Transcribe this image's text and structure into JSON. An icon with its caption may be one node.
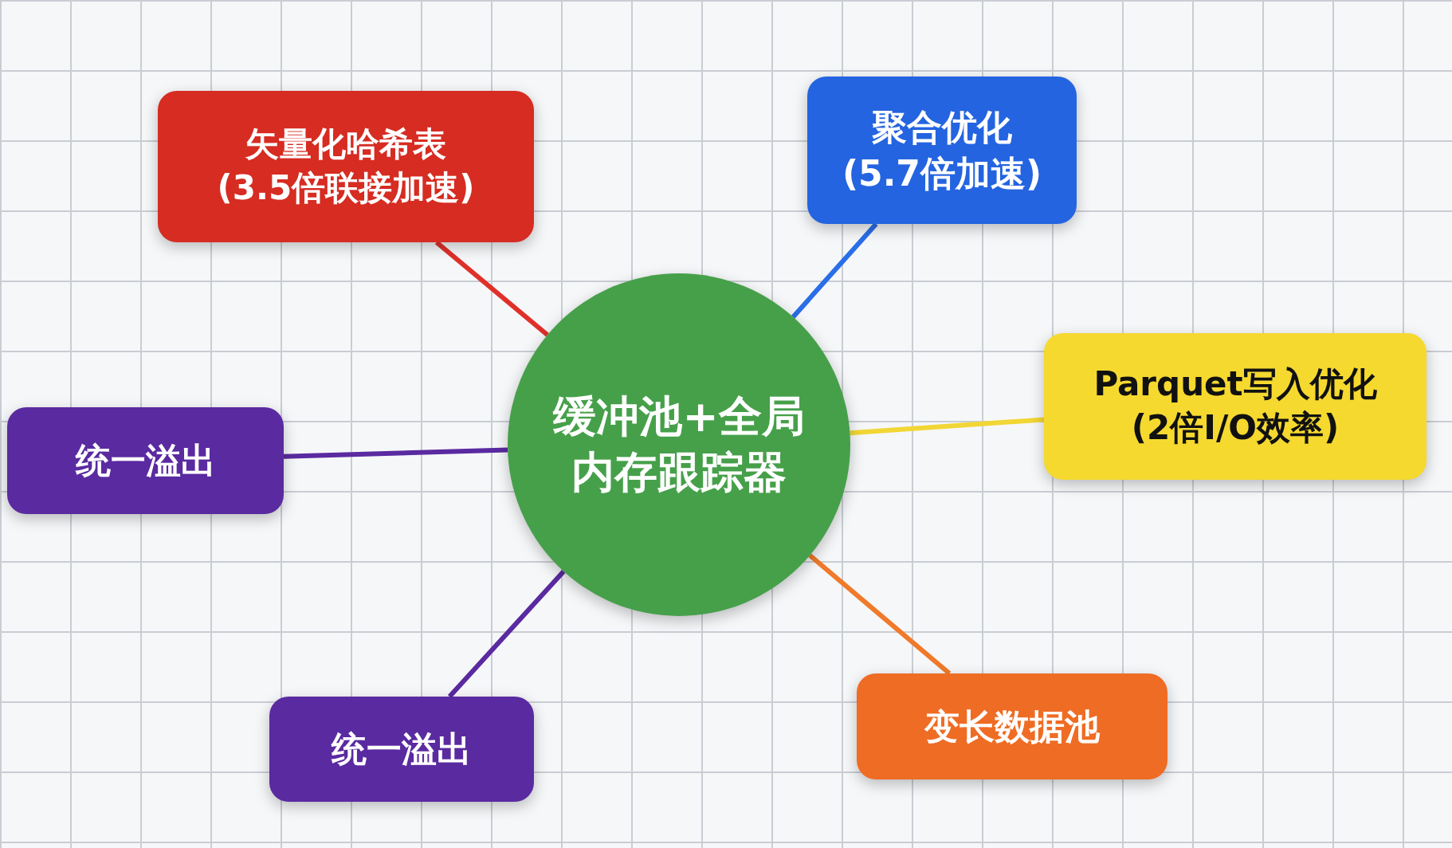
{
  "diagram": {
    "nodes": [
      {
        "text": [
          "缓冲池+全局内存跟踪器"
        ]
      },
      {
        "text": [
          "矢量化哈希表",
          "(3.5倍联接加速)"
        ]
      },
      {
        "text": [
          "聚合优化",
          "(5.7倍加速)"
        ]
      },
      {
        "text": [
          "统一溢出"
        ]
      },
      {
        "text": [
          "Parquet写入优化",
          "(2倍I/O效率)"
        ]
      },
      {
        "text": [
          "统一溢出"
        ]
      },
      {
        "text": [
          "变长数据池"
        ]
      }
    ],
    "edges": [
      {
        "from": 0,
        "to": 1,
        "arrow": "none",
        "color": "#e0302a"
      },
      {
        "from": 0,
        "to": 2,
        "arrow": "none",
        "color": "#2a6ee8"
      },
      {
        "from": 0,
        "to": 3,
        "arrow": "none",
        "color": "#5a2aa0"
      },
      {
        "from": 0,
        "to": 4,
        "arrow": "none",
        "color": "#f2d635"
      },
      {
        "from": 0,
        "to": 5,
        "arrow": "none",
        "color": "#5a2aa0"
      },
      {
        "from": 0,
        "to": 6,
        "arrow": "none",
        "color": "#f07a2a"
      }
    ]
  }
}
